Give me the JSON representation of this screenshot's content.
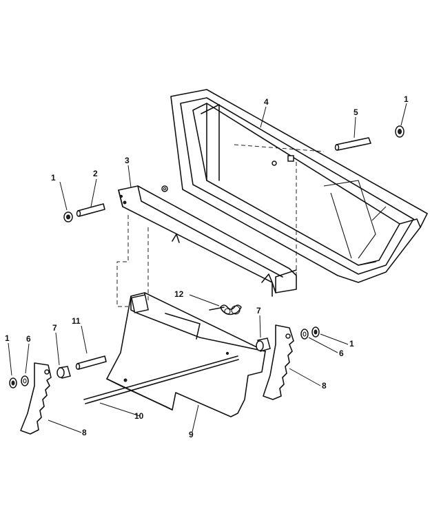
{
  "diagram": {
    "callouts": [
      "1",
      "2",
      "3",
      "4",
      "5",
      "1",
      "12",
      "11",
      "7",
      "1",
      "6",
      "7",
      "1",
      "6",
      "8",
      "10",
      "9",
      "8"
    ]
  }
}
